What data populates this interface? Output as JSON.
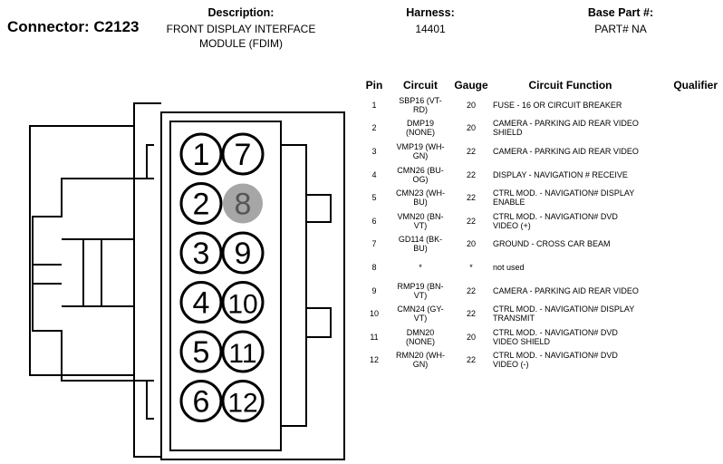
{
  "connector": {
    "label": "Connector: C2123"
  },
  "description": {
    "label": "Description:",
    "value_line1": "FRONT DISPLAY INTERFACE",
    "value_line2": "MODULE (FDIM)"
  },
  "harness": {
    "label": "Harness:",
    "value": "14401"
  },
  "base_part": {
    "label": "Base Part #:",
    "value": "PART# NA"
  },
  "table": {
    "headers": {
      "pin": "Pin",
      "circuit": "Circuit",
      "gauge": "Gauge",
      "function": "Circuit Function",
      "qualifier": "Qualifier"
    },
    "rows": [
      {
        "pin": "1",
        "circuit1": "SBP16 (VT-",
        "circuit2": "RD)",
        "gauge": "20",
        "func1": "FUSE - 16 OR CIRCUIT BREAKER",
        "func2": ""
      },
      {
        "pin": "2",
        "circuit1": "DMP19",
        "circuit2": "(NONE)",
        "gauge": "20",
        "func1": "CAMERA - PARKING AID REAR VIDEO",
        "func2": "SHIELD"
      },
      {
        "pin": "3",
        "circuit1": "VMP19 (WH-",
        "circuit2": "GN)",
        "gauge": "22",
        "func1": "CAMERA - PARKING AID REAR VIDEO",
        "func2": ""
      },
      {
        "pin": "4",
        "circuit1": "CMN26 (BU-",
        "circuit2": "OG)",
        "gauge": "22",
        "func1": "DISPLAY - NAVIGATION # RECEIVE",
        "func2": ""
      },
      {
        "pin": "5",
        "circuit1": "CMN23 (WH-",
        "circuit2": "BU)",
        "gauge": "22",
        "func1": "CTRL MOD. - NAVIGATION# DISPLAY",
        "func2": "ENABLE"
      },
      {
        "pin": "6",
        "circuit1": "VMN20 (BN-",
        "circuit2": "VT)",
        "gauge": "22",
        "func1": "CTRL MOD. - NAVIGATION# DVD",
        "func2": "VIDEO (+)"
      },
      {
        "pin": "7",
        "circuit1": "GD114 (BK-",
        "circuit2": "BU)",
        "gauge": "20",
        "func1": "GROUND - CROSS CAR BEAM",
        "func2": ""
      },
      {
        "pin": "8",
        "circuit1": "*",
        "circuit2": "",
        "gauge": "*",
        "func1": "not used",
        "func2": ""
      },
      {
        "pin": "9",
        "circuit1": "RMP19 (BN-",
        "circuit2": "VT)",
        "gauge": "22",
        "func1": "CAMERA - PARKING AID REAR VIDEO",
        "func2": ""
      },
      {
        "pin": "10",
        "circuit1": "CMN24 (GY-",
        "circuit2": "VT)",
        "gauge": "22",
        "func1": "CTRL MOD. - NAVIGATION# DISPLAY",
        "func2": "TRANSMIT"
      },
      {
        "pin": "11",
        "circuit1": "DMN20",
        "circuit2": "(NONE)",
        "gauge": "20",
        "func1": "CTRL MOD. - NAVIGATION# DVD",
        "func2": "VIDEO SHIELD"
      },
      {
        "pin": "12",
        "circuit1": "RMN20 (WH-",
        "circuit2": "GN)",
        "gauge": "22",
        "func1": "CTRL MOD. - NAVIGATION# DVD",
        "func2": "VIDEO (-)"
      }
    ]
  },
  "pin_face": {
    "left_column": [
      "1",
      "2",
      "3",
      "4",
      "5",
      "6"
    ],
    "right_column": [
      "7",
      "8",
      "9",
      "10",
      "11",
      "12"
    ],
    "unused_pin": "8",
    "unused_fill": "#a6a6a6",
    "used_fill": "#ffffff"
  }
}
